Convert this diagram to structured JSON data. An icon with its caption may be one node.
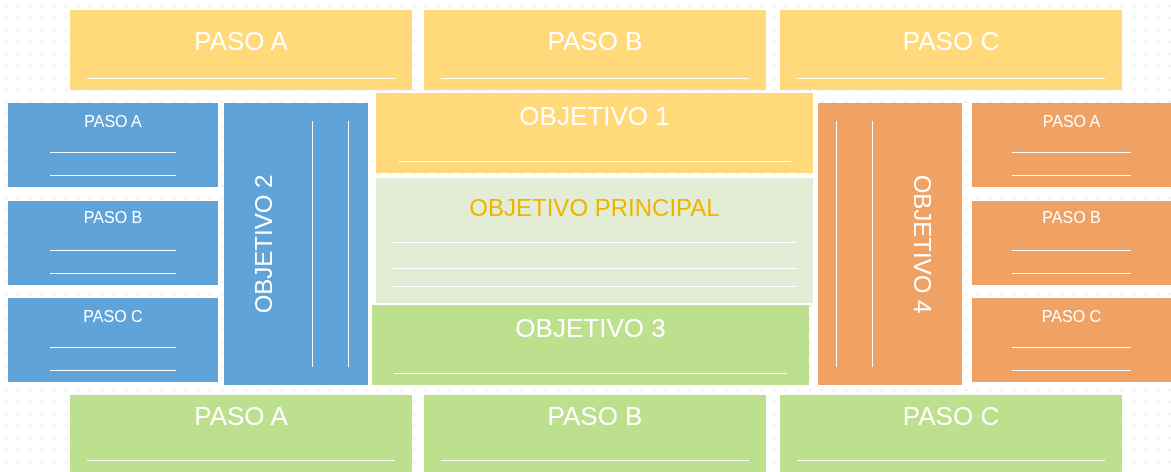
{
  "diagram": {
    "nodes": [
      {
        "text": [
          "PASO A"
        ]
      },
      {
        "text": [
          "PASO B"
        ]
      },
      {
        "text": [
          "PASO C"
        ]
      },
      {
        "text": [
          "PASO A"
        ]
      },
      {
        "text": [
          "OBJETIVO 2"
        ]
      },
      {
        "text": [
          "OBJETIVO 1"
        ]
      },
      {
        "text": [
          "OBJETIVO 4"
        ]
      },
      {
        "text": [
          "PASO A"
        ]
      },
      {
        "text": [
          "PASO B"
        ]
      },
      {
        "text": [
          "OBJETIVO PRINCIPAL"
        ]
      },
      {
        "text": [
          "PASO B"
        ]
      },
      {
        "text": [
          "PASO C"
        ]
      },
      {
        "text": [
          "OBJETIVO 3"
        ]
      },
      {
        "text": [
          "PASO C"
        ]
      },
      {
        "text": [
          "PASO A"
        ]
      },
      {
        "text": [
          "PASO B"
        ]
      },
      {
        "text": [
          "PASO C"
        ]
      }
    ]
  }
}
